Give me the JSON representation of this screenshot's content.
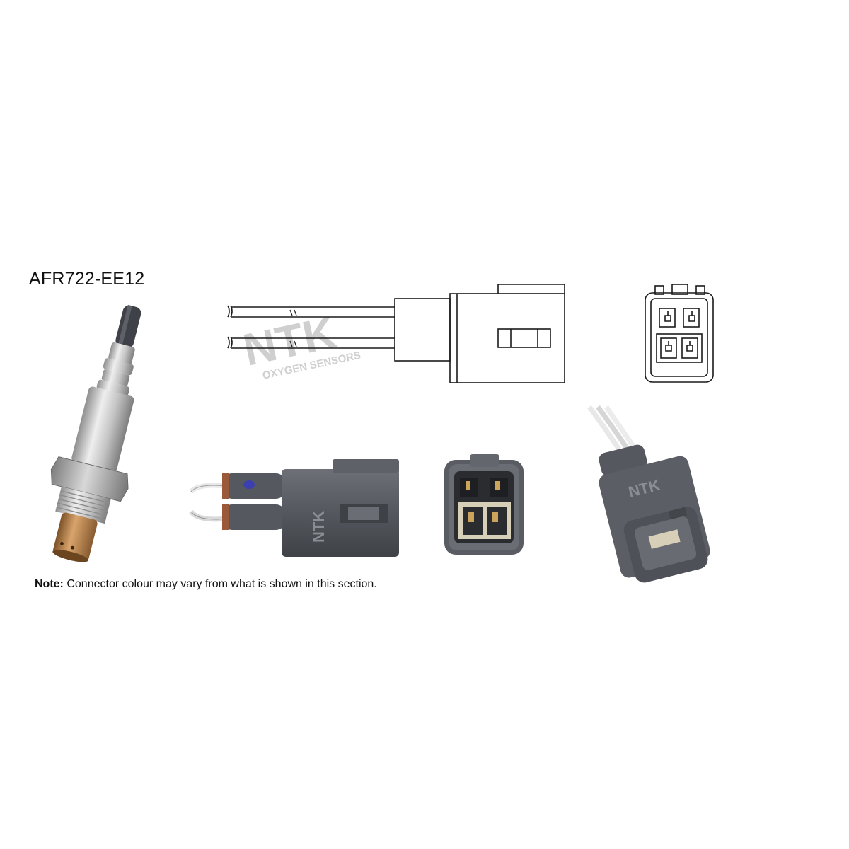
{
  "part_number": "AFR722-EE12",
  "note": {
    "label": "Note:",
    "text": "Connector colour may vary from what is shown in this section."
  },
  "brand": {
    "watermark_logo": "NTK",
    "watermark_sub": "OXYGEN SENSORS",
    "mold_mark": "NTK"
  },
  "colors": {
    "connector_body": "#54575d",
    "connector_highlight": "#6d7077",
    "sensor_steel": "#c9c9c9",
    "sensor_copper": "#b9834f",
    "wire_grey": "#8d8f93",
    "drawing_line": "#1a1a1a"
  },
  "icons": [
    "oxygen-sensor-photo",
    "connector-side-drawing",
    "connector-face-drawing",
    "connector-side-photo",
    "connector-face-photo",
    "connector-angle-photo"
  ]
}
